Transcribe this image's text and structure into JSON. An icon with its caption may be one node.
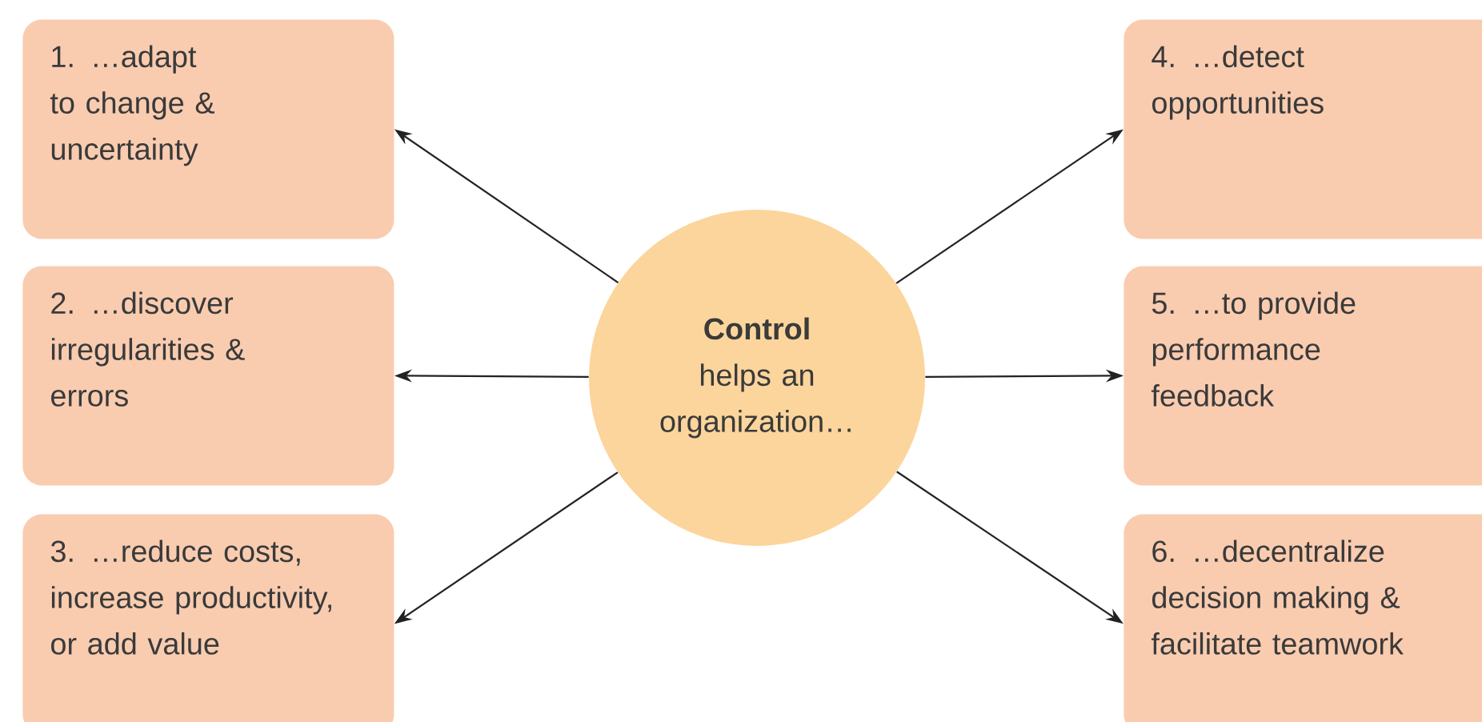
{
  "diagram": {
    "nodes": [
      {
        "text": [
          "Control",
          "helps an organization…"
        ]
      },
      {
        "text": [
          "1. …adapt to change & uncertainty"
        ]
      },
      {
        "text": [
          "2. …discover irregularities & errors"
        ]
      },
      {
        "text": [
          "3. …reduce costs, increase productivity, or add value"
        ]
      },
      {
        "text": [
          "4. …detect opportunities"
        ]
      },
      {
        "text": [
          "5. …to provide performance feedback"
        ]
      },
      {
        "text": [
          "6. …decentralize decision making & facilitate teamwork"
        ]
      }
    ],
    "edges": [
      {
        "from": 0,
        "to": 1,
        "arrow": "to"
      },
      {
        "from": 0,
        "to": 2,
        "arrow": "to"
      },
      {
        "from": 0,
        "to": 3,
        "arrow": "to"
      },
      {
        "from": 0,
        "to": 4,
        "arrow": "to"
      },
      {
        "from": 0,
        "to": 5,
        "arrow": "to"
      },
      {
        "from": 0,
        "to": 6,
        "arrow": "to"
      }
    ]
  }
}
